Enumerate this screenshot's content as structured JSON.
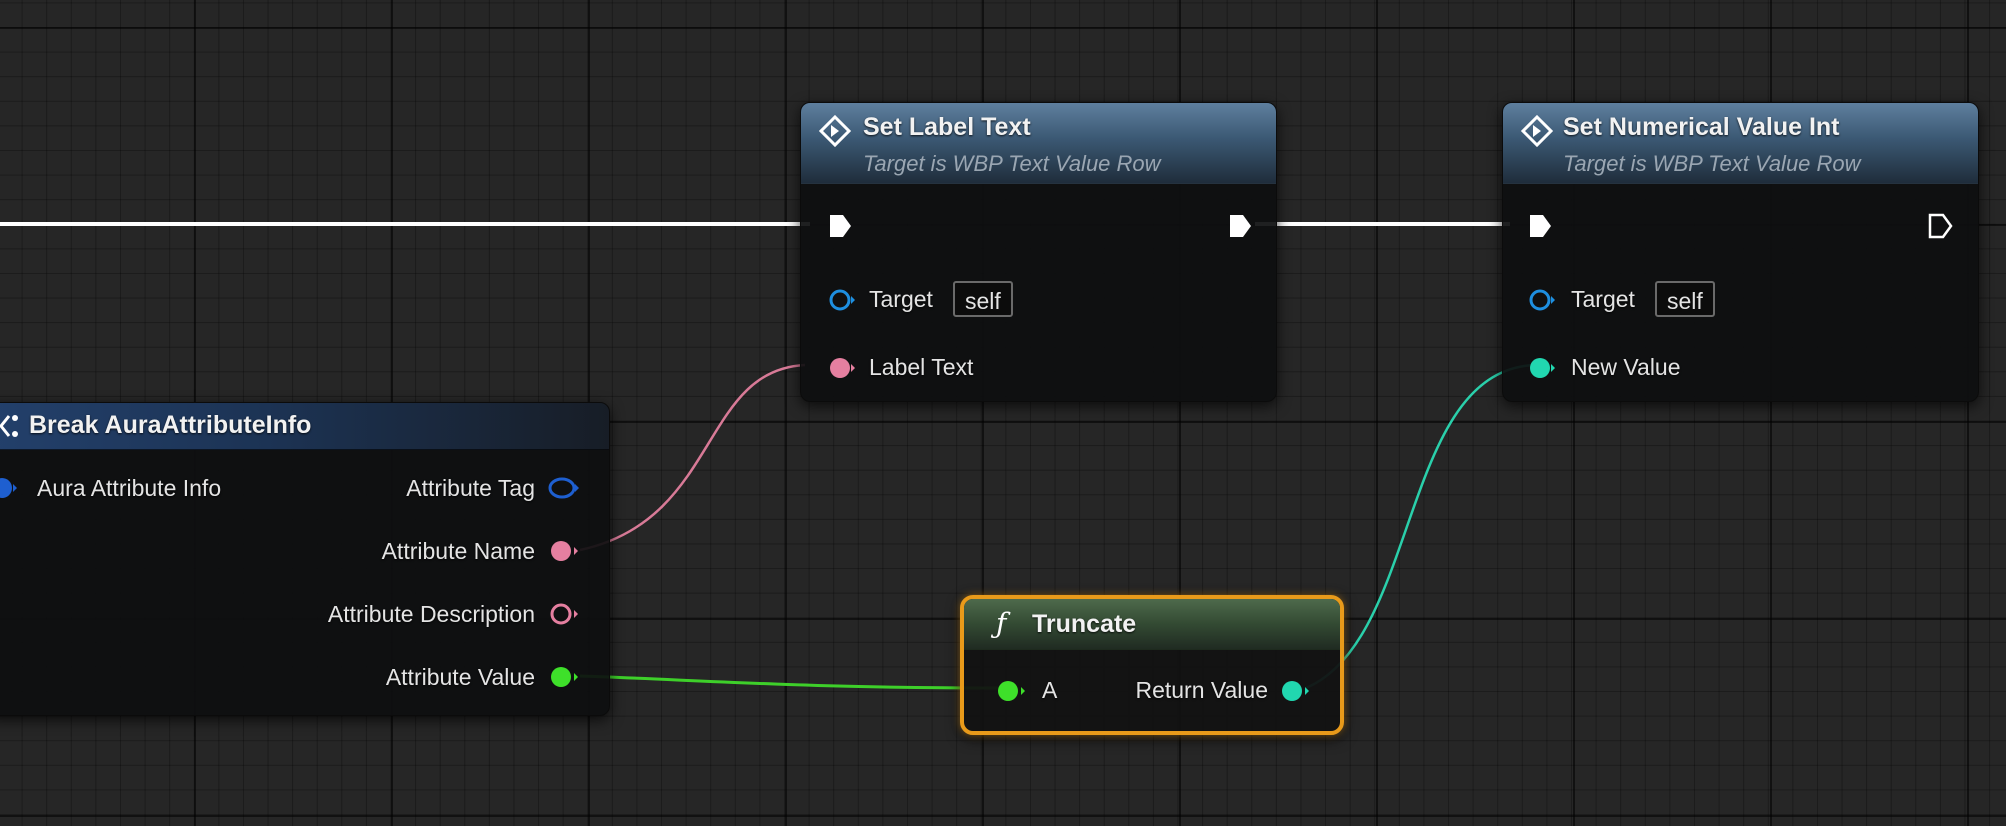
{
  "nodes": {
    "set_label_text": {
      "title": "Set Label Text",
      "subtitle": "Target is WBP Text Value Row",
      "target_label": "Target",
      "target_value": "self",
      "input_label": "Label Text"
    },
    "set_numerical": {
      "title": "Set Numerical Value Int",
      "subtitle": "Target is WBP Text Value Row",
      "target_label": "Target",
      "target_value": "self",
      "input_label": "New Value"
    },
    "break_info": {
      "title": "Break AuraAttributeInfo",
      "input_label": "Aura Attribute Info",
      "outputs": [
        "Attribute Tag",
        "Attribute Name",
        "Attribute Description",
        "Attribute Value"
      ]
    },
    "truncate": {
      "title": "Truncate",
      "input_label": "A",
      "output_label": "Return Value"
    }
  },
  "colors": {
    "exec": "#ffffff",
    "object_pin": "#1e6fd9",
    "text_pin": "#e57fa0",
    "float_pin": "#3ee02a",
    "int_pin": "#21d7b0",
    "struct_pin": "#1e5fd0",
    "selected_outline": "#e89a1a"
  },
  "icons": {
    "set_label_text": "function-diamond-icon",
    "set_numerical": "function-diamond-icon",
    "break_info": "break-struct-icon",
    "truncate": "pure-function-icon"
  }
}
